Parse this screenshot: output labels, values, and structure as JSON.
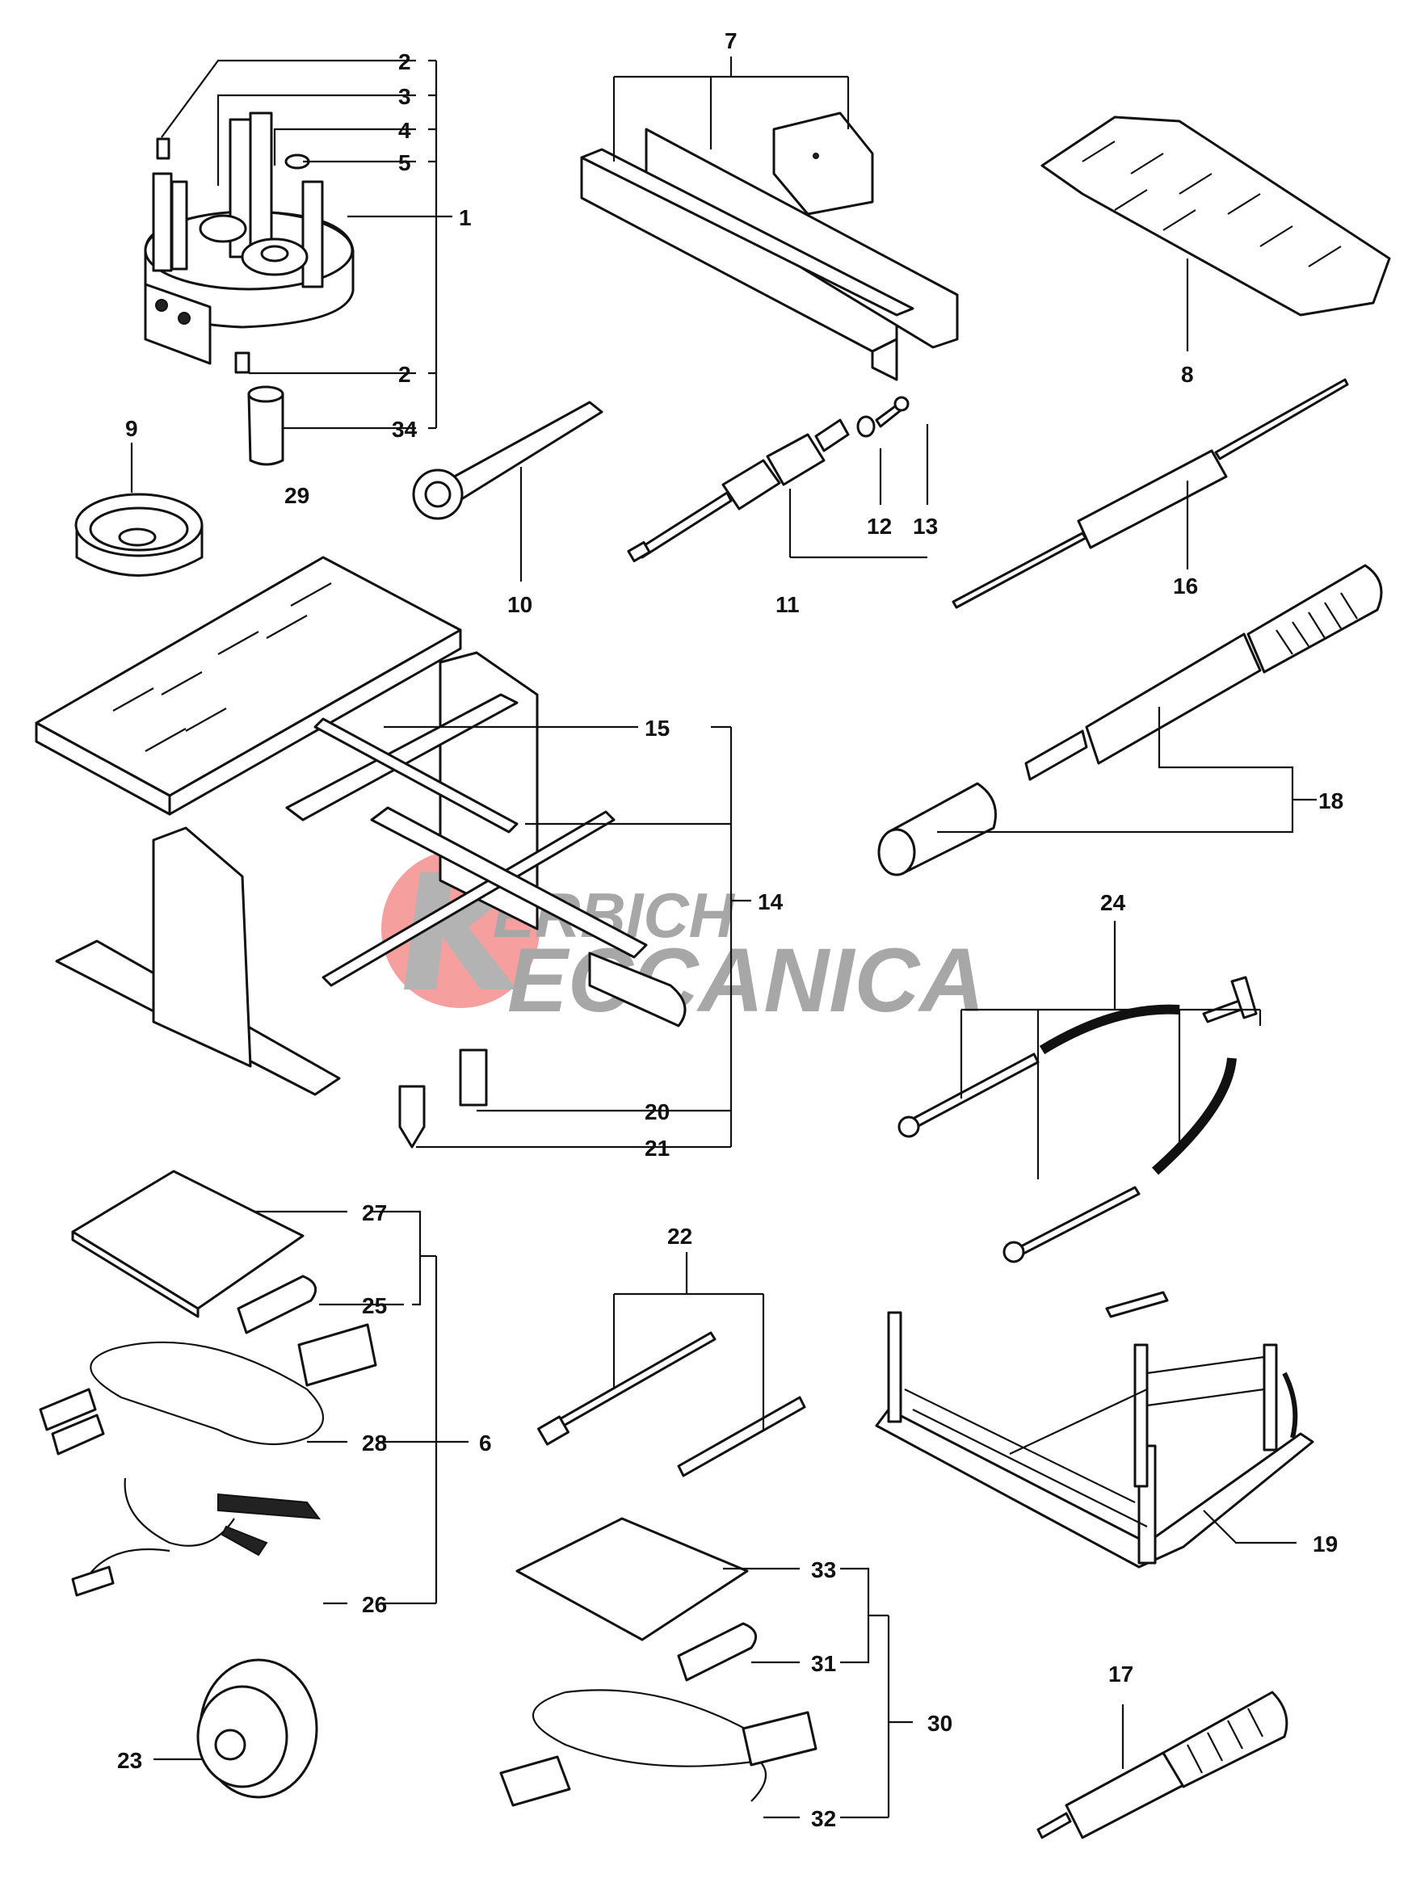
{
  "watermark": {
    "line1": "ERBICH",
    "line2": "ECCANICA",
    "logo_color": "#f28080",
    "text_color": "#8a8a8a"
  },
  "callouts": {
    "c1": "1",
    "c2a": "2",
    "c2b": "2",
    "c3": "3",
    "c4": "4",
    "c5": "5",
    "c6": "6",
    "c7": "7",
    "c8": "8",
    "c9": "9",
    "c10": "10",
    "c11": "11",
    "c12": "12",
    "c13": "13",
    "c14": "14",
    "c15": "15",
    "c16": "16",
    "c17": "17",
    "c18": "18",
    "c19": "19",
    "c20": "20",
    "c21": "21",
    "c22": "22",
    "c23": "23",
    "c24": "24",
    "c25": "25",
    "c26": "26",
    "c27": "27",
    "c28": "28",
    "c29": "29",
    "c30": "30",
    "c31": "31",
    "c32": "32",
    "c33": "33",
    "c34": "34"
  }
}
